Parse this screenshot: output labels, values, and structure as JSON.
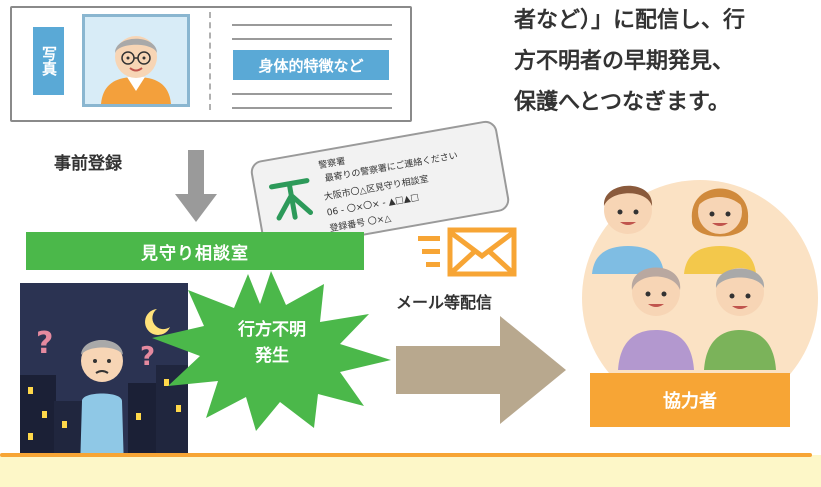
{
  "card": {
    "photo_tag": "写真",
    "feature_tag": "身体的特徴など"
  },
  "id_tag": {
    "line1": "警察署",
    "line2": "最寄りの警察署にご連絡ください",
    "line3": "大阪市〇△区見守り相談室",
    "line4": "06 - 〇×〇× - ▲□▲□",
    "line5": "登録番号  〇×△"
  },
  "right_text": {
    "line1": "者など）」に配信し、行",
    "line2": "方不明者の早期発見、",
    "line3": "保護へとつなぎます。"
  },
  "pre_registration": "事前登録",
  "consult_room": "見守り相談室",
  "missing_event": {
    "line1": "行方不明",
    "line2": "発生"
  },
  "mail_label": "メール等配信",
  "cooperators": "協力者",
  "colors": {
    "green": "#4bb84a",
    "orange": "#f7a535",
    "blue": "#5aa9d6",
    "arrow_tan": "#b8a88e"
  }
}
